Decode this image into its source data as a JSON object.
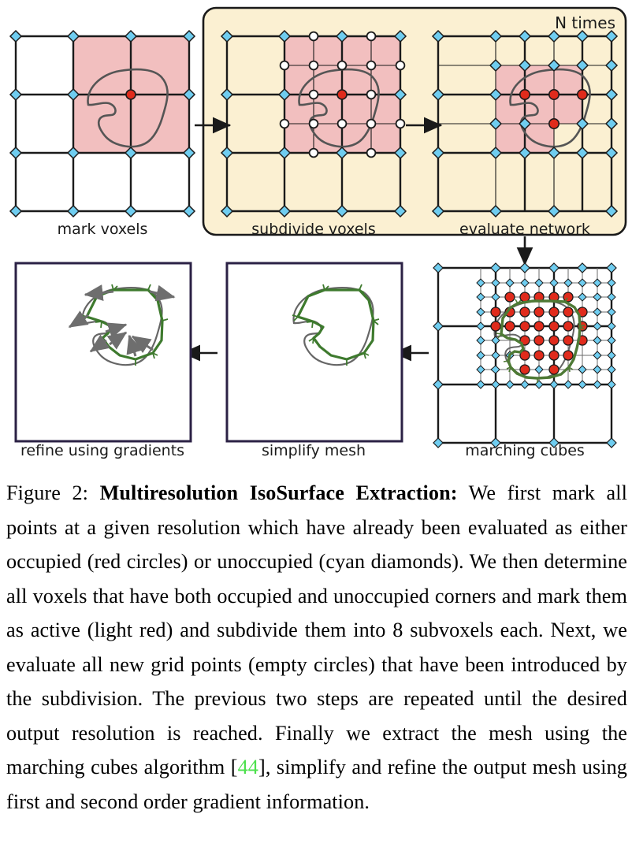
{
  "figure": {
    "label": "Figure 2:",
    "title": "Multiresolution IsoSurface Extraction:",
    "caption_body": " We first mark all points at a given resolution which have already been evaluated as either occupied (red circles) or unoccupied (cyan diamonds). We then determine all voxels that have both occupied and unoccupied corners and mark them as active (light red) and subdivide them into 8 subvoxels each. Next, we evaluate all new grid points (empty circles) that have been introduced by the subdivision. The previous two steps are repeated until the desired output resolution is reached. Finally we extract the mesh using the marching cubes algorithm [",
    "citation": "44",
    "caption_tail": "], simplify and refine the output mesh using first and second order gradient information."
  },
  "loop_box": {
    "label": "N times"
  },
  "panels": [
    {
      "id": "mark-voxels",
      "label": "mark voxels"
    },
    {
      "id": "subdivide-voxels",
      "label": "subdivide voxels"
    },
    {
      "id": "evaluate-network",
      "label": "evaluate network"
    },
    {
      "id": "marching-cubes",
      "label": "marching cubes"
    },
    {
      "id": "simplify-mesh",
      "label": "simplify mesh"
    },
    {
      "id": "refine-gradients",
      "label": "refine using gradients"
    }
  ],
  "colors": {
    "active_voxel_fill": "#F2BFBF",
    "loop_box_fill": "#FBF0D2",
    "loop_box_stroke": "#1a1a1a",
    "occupied_point": "#E02B1C",
    "unoccupied_point": "#6FCDF0",
    "grid_line": "#1a1a1a",
    "fine_grid_line": "#6b6b6b",
    "isocontour": "#4E7A35",
    "reference_curve": "#555555",
    "panel_border": "#2b2145",
    "gradient_arrow": "#6e6e6e",
    "citation_green": "#4ce04c"
  },
  "chart_data": {
    "type": "diagram",
    "title": "Multiresolution IsoSurface Extraction pipeline",
    "stages": [
      {
        "name": "mark voxels",
        "grid_resolution": "3x3",
        "active_voxels": 4,
        "occupied_points": 1,
        "unoccupied_points": 15,
        "new_grid_points": 0
      },
      {
        "name": "subdivide voxels",
        "grid_resolution": "3x3 with 2x2 block subdivided into 4x4",
        "active_voxels": 4,
        "occupied_points": 1,
        "unoccupied_points": 15,
        "new_grid_points": 20
      },
      {
        "name": "evaluate network",
        "grid_resolution": "5x5",
        "active_voxels": 8,
        "occupied_points": 4,
        "unoccupied_points": 31,
        "new_grid_points": 0
      },
      {
        "name": "marching cubes",
        "grid_resolution": "fine 16x16 in region of interest",
        "active_voxels": 0,
        "occupied_points": 28,
        "unoccupied_points": 60,
        "new_grid_points": 0
      },
      {
        "name": "simplify mesh",
        "grid_resolution": "none",
        "active_voxels": 0,
        "occupied_points": 0,
        "unoccupied_points": 0,
        "new_grid_points": 0
      },
      {
        "name": "refine using gradients",
        "grid_resolution": "none",
        "active_voxels": 0,
        "occupied_points": 0,
        "unoccupied_points": 0,
        "new_grid_points": 0
      }
    ],
    "flow": [
      "mark voxels -> subdivide voxels",
      "subdivide voxels -> evaluate network",
      "evaluate network -> marching cubes",
      "marching cubes -> simplify mesh",
      "simplify mesh -> refine using gradients"
    ],
    "legend": [
      {
        "symbol": "red circle",
        "meaning": "occupied point"
      },
      {
        "symbol": "cyan diamond",
        "meaning": "unoccupied point"
      },
      {
        "symbol": "empty circle",
        "meaning": "new grid point introduced by subdivision"
      },
      {
        "symbol": "light red fill",
        "meaning": "active voxel"
      },
      {
        "symbol": "green polyline",
        "meaning": "extracted mesh / isocontour"
      },
      {
        "symbol": "gray curve",
        "meaning": "true surface"
      },
      {
        "symbol": "gray arrow",
        "meaning": "gradient direction"
      }
    ]
  }
}
